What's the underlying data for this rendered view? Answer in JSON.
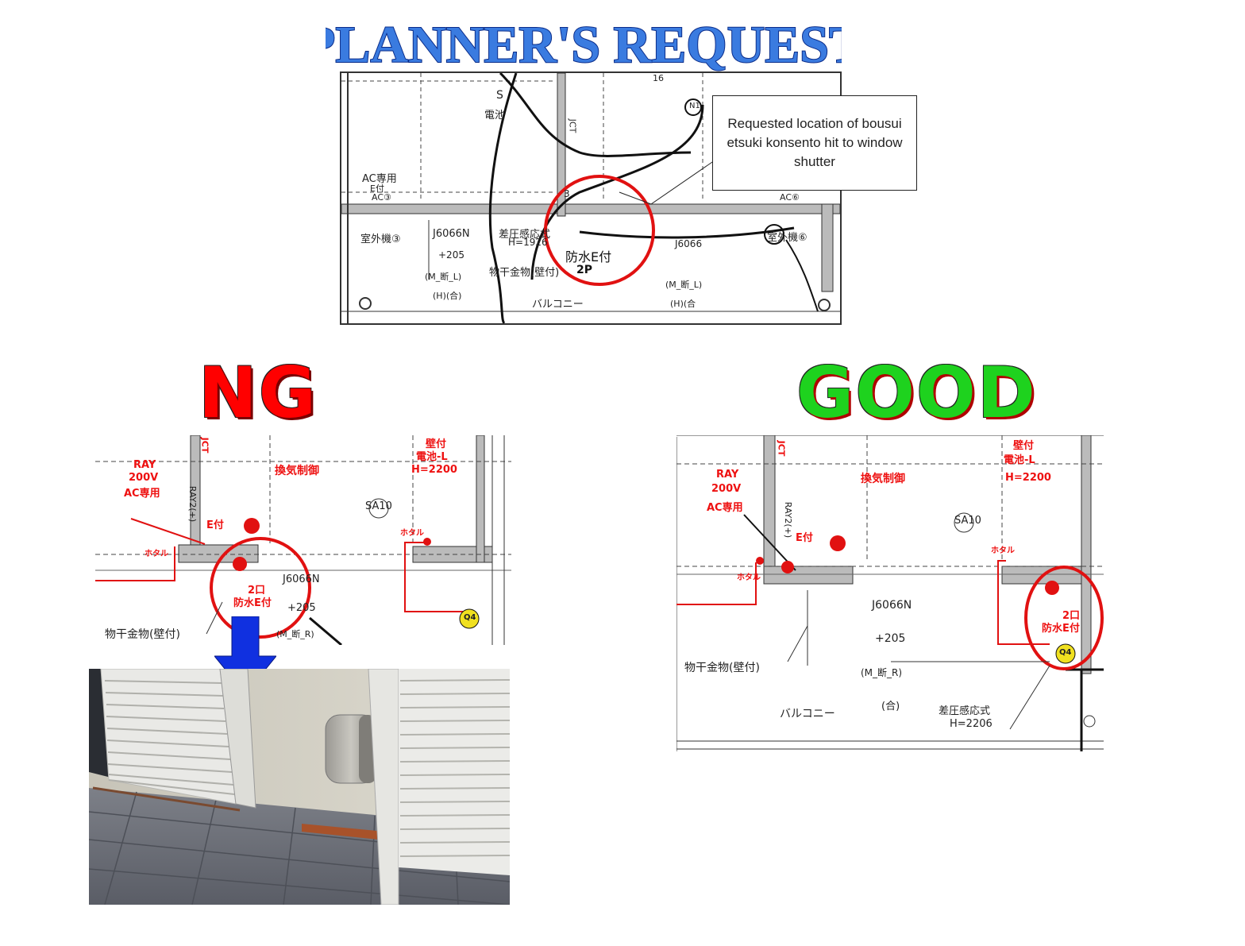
{
  "title": "PLANNER'S REQUEST",
  "callout_text": "Requested location of bousui etsuki konsento hit to window shutter",
  "verdicts": {
    "bad": "NG",
    "good": "GOOD"
  },
  "colors": {
    "title_fill": "#3a7be0",
    "ng": "#ff0000",
    "good": "#1ed21e",
    "markup_red": "#e11111",
    "arrow_blue": "#1030e0"
  },
  "top_plan": {
    "labels": {
      "s": "S",
      "battery": "電池",
      "jct": "JCT",
      "ac_dedicated": "AC専用",
      "e_tsuki": "E付",
      "ac3": "AC③",
      "outdoor3": "室外機③",
      "j6066n": "J6066N",
      "plus205": "+205",
      "m_dan_l": "(M_断_L)",
      "h_go": "(H)(合)",
      "sashi_atsu": "差圧感応式",
      "h1926": "H=1926",
      "monohoshi": "物干金物(壁付)",
      "balcony": "バルコニー",
      "handwritten_bousui": "防水E付",
      "handwritten_2p": "2P",
      "j6066_right": "J6066",
      "ac6": "AC⑥",
      "outdoor6": "室外機⑥",
      "m_dan_l2": "(M_断_L)",
      "h_go2": "(H)(合",
      "number3": "3",
      "n1": "N1",
      "num16": "16"
    }
  },
  "ng_plan": {
    "labels": {
      "jct": "JCT",
      "kanki": "換気制御",
      "kabetsuki": "壁付",
      "battery_l": "電池-L",
      "h2200": "H=2200",
      "ray": "RAY",
      "v200": "200V",
      "ac_dedicated": "AC専用",
      "ray_vert": "RAY2(+)",
      "e_tsuki": "E付",
      "sa10": "SA10",
      "hotaru": "ホタル",
      "hotaru2": "ホタル",
      "two_mouth": "2口",
      "bousui_e": "防水E付",
      "j6066n": "J6066N",
      "plus205": "+205",
      "m_dan": "(M_断_R)",
      "monohoshi": "物干金物(壁付)",
      "q4": "Q4"
    }
  },
  "good_plan": {
    "labels": {
      "jct": "JCT",
      "kanki": "換気制御",
      "kabetsuki": "壁付",
      "battery_l": "電池-L",
      "h2200": "H=2200",
      "ray": "RAY",
      "v200": "200V",
      "ac_dedicated": "AC専用",
      "ray_vert": "RAY2(+)",
      "e_tsuki": "E付",
      "sa10": "SA10",
      "hotaru": "ホタル",
      "hotaru2": "ホタル",
      "two_mouth": "2口",
      "bousui_e": "防水E付",
      "j6066n": "J6066N",
      "plus205": "+205",
      "m_dan": "(M_断_R)",
      "go": "(合)",
      "monohoshi": "物干金物(壁付)",
      "balcony": "バルコニー",
      "sashi_atsu": "差圧感応式",
      "h2206": "H=2206",
      "q4": "Q4"
    }
  }
}
